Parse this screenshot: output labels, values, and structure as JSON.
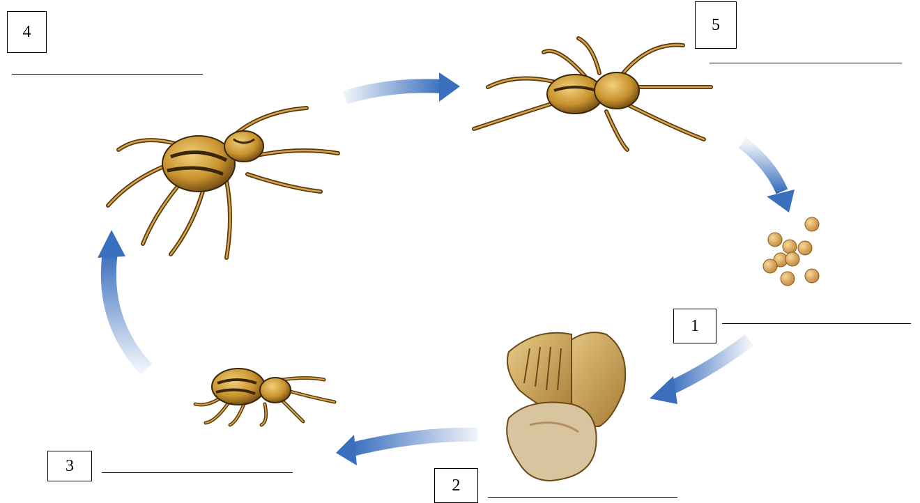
{
  "labels": [
    {
      "number": "4"
    },
    {
      "number": "5"
    },
    {
      "number": "1"
    },
    {
      "number": "3"
    },
    {
      "number": "2"
    }
  ],
  "stages": [
    {
      "icon": "adult-spider-icon"
    },
    {
      "icon": "mature-spider-icon"
    },
    {
      "icon": "eggs-icon"
    },
    {
      "icon": "egg-sac-icon"
    },
    {
      "icon": "spiderling-icon"
    }
  ],
  "colors": {
    "arrow": "#3a6fbe",
    "spider_body": "#c8922e",
    "spider_dark": "#3a2608",
    "egg": "#d9a050",
    "egg_sac": "#cda35a"
  }
}
